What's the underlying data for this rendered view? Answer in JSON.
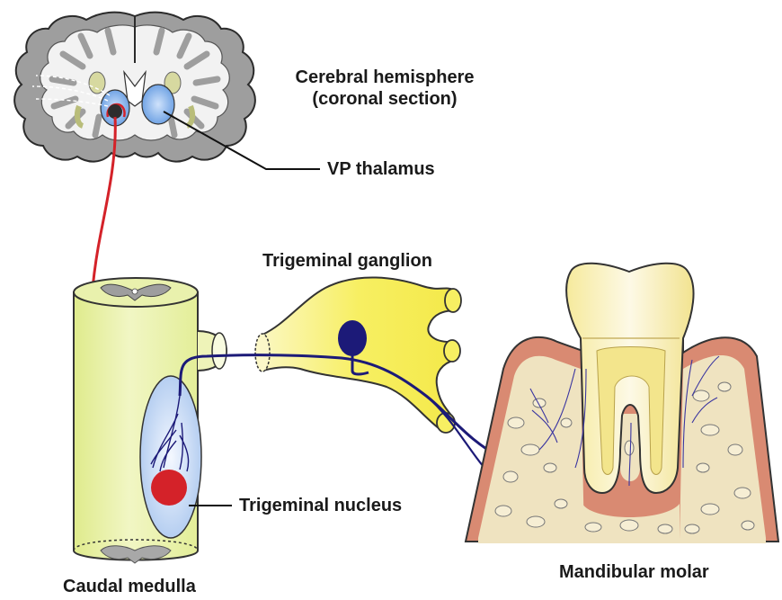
{
  "labels": {
    "cerebral_line1": "Cerebral hemisphere",
    "cerebral_line2": "(coronal section)",
    "vp_thalamus": "VP thalamus",
    "trigeminal_ganglion": "Trigeminal ganglion",
    "trigeminal_nucleus": "Trigeminal nucleus",
    "caudal_medulla": "Caudal medulla",
    "mandibular_molar": "Mandibular molar"
  },
  "colors": {
    "brain_gray": "#9a9a9a",
    "brain_white": "#f2f2f2",
    "thalamus_blue": "#6fa6e6",
    "medulla_green": "#e6f0a0",
    "ganglion_yellow": "#f7f06a",
    "neuron_navy": "#1c1a78",
    "pathway_red": "#d42229",
    "bone_beige": "#efe3c0",
    "gum_pink": "#d98a72",
    "tooth_cream": "#fbf5dc"
  }
}
